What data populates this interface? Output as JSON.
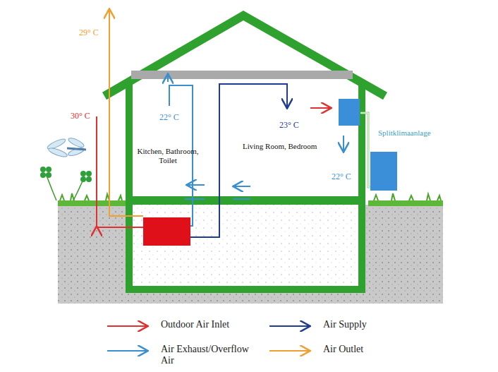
{
  "diagram": {
    "labels": [
      "29° C",
      "30° C",
      "22° C",
      "Kitchen, Bathroom, Toilet",
      "23° C",
      "Living Room, Bedroom",
      "Splitklimaanlage",
      "22° C"
    ],
    "legend": [
      {
        "text": "Outdoor Air Inlet"
      },
      {
        "text": "Air Supply"
      },
      {
        "text": "Air Exhaust/Overflow Air"
      },
      {
        "text": "Air Outlet"
      }
    ]
  }
}
